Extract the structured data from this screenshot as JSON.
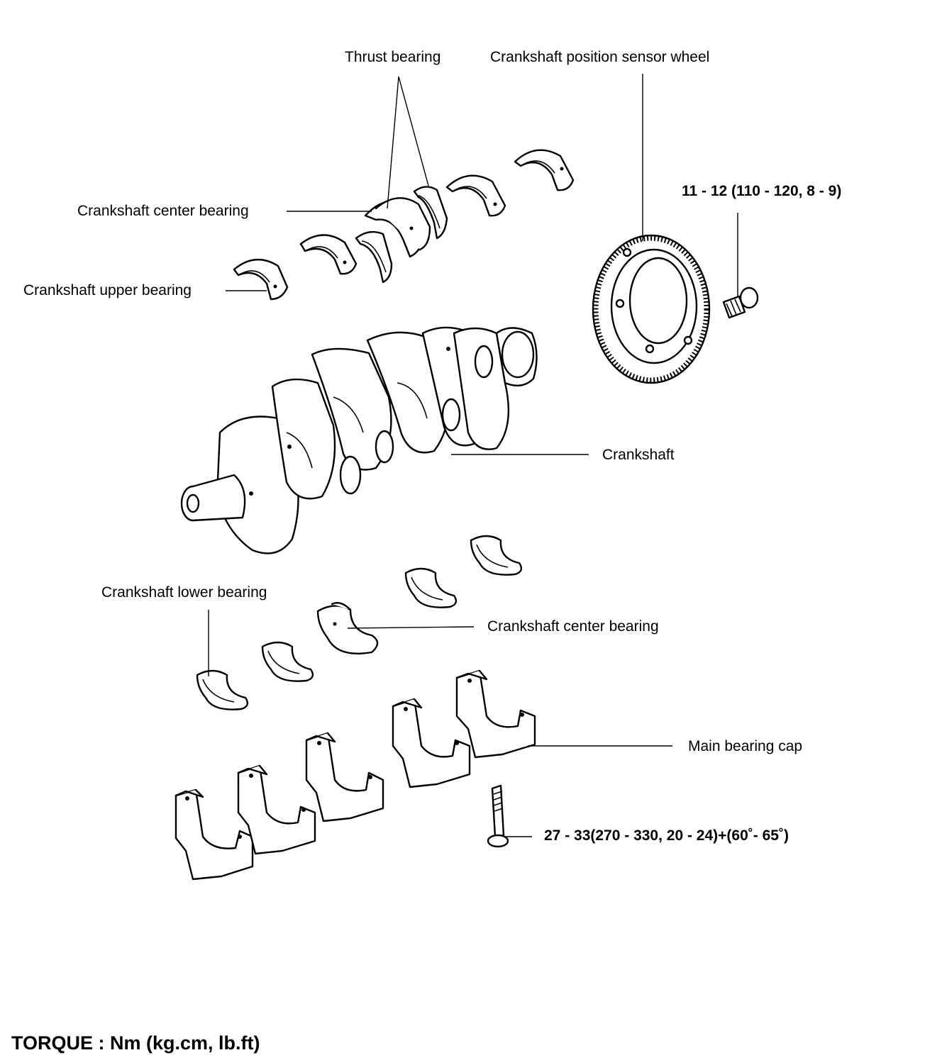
{
  "labels": {
    "thrust_bearing": "Thrust bearing",
    "sensor_wheel": "Crankshaft position sensor wheel",
    "center_bearing_upper": "Crankshaft center bearing",
    "upper_bearing": "Crankshaft upper bearing",
    "crankshaft": "Crankshaft",
    "lower_bearing": "Crankshaft lower bearing",
    "center_bearing_lower": "Crankshaft center bearing",
    "main_bearing_cap": "Main bearing cap"
  },
  "torque": {
    "sensor_bolt": "11 - 12 (110 - 120, 8 - 9)",
    "cap_bolt": "27 - 33(270 - 330, 20 - 24)+(60˚- 65˚)",
    "note": "TORQUE : Nm (kg.cm, lb.ft)"
  }
}
